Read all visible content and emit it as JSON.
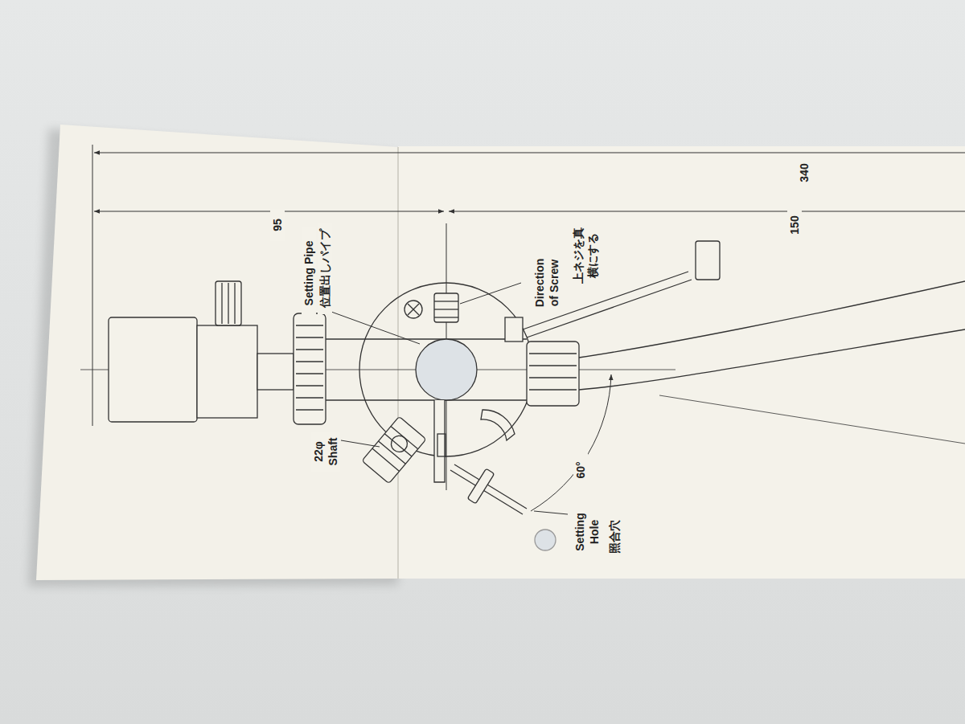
{
  "diagram": {
    "labels": [
      "340",
      "95",
      "150",
      "Setting Pipe",
      "位置出しパイプ",
      "Direction of Screw",
      "上ネジを真横にする",
      "22φ Shaft",
      "60°",
      "Setting Hole",
      "照合穴"
    ]
  }
}
